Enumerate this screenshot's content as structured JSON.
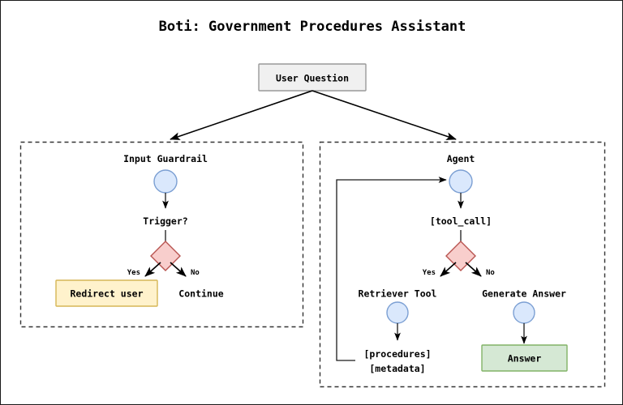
{
  "figure": {
    "title": "Boti: Government Procedures Assistant",
    "background_color": "#ffffff",
    "border_color": "#1a1a1a"
  },
  "palette": {
    "box_gray_fill": "#f0f0f0",
    "box_gray_stroke": "#999999",
    "circle_fill": "#dae8fc",
    "circle_stroke": "#7b9fd3",
    "diamond_fill": "#f8cecc",
    "diamond_stroke": "#b85450",
    "yellow_fill": "#fff2cc",
    "yellow_stroke": "#d6b656",
    "green_fill": "#d5e8d4",
    "green_stroke": "#82b366",
    "edge_color": "#000000",
    "panel_stroke": "#333333"
  },
  "entry": {
    "label": "User Question"
  },
  "panels": [
    {
      "id": "input-guardrail",
      "heading": "Input Guardrail",
      "decision_label": "Trigger?",
      "branch_yes": "Yes",
      "branch_no": "No",
      "outcome_yes": "Redirect user",
      "outcome_no": "Continue"
    },
    {
      "id": "agent",
      "heading": "Agent",
      "decision_label": "[tool_call]",
      "branch_yes": "Yes",
      "branch_no": "No",
      "outcome_yes": "Retriever Tool",
      "outcome_no": "Generate Answer",
      "retriever_output_line1": "[procedures]",
      "retriever_output_line2": "[metadata]",
      "answer_label": "Answer"
    }
  ]
}
